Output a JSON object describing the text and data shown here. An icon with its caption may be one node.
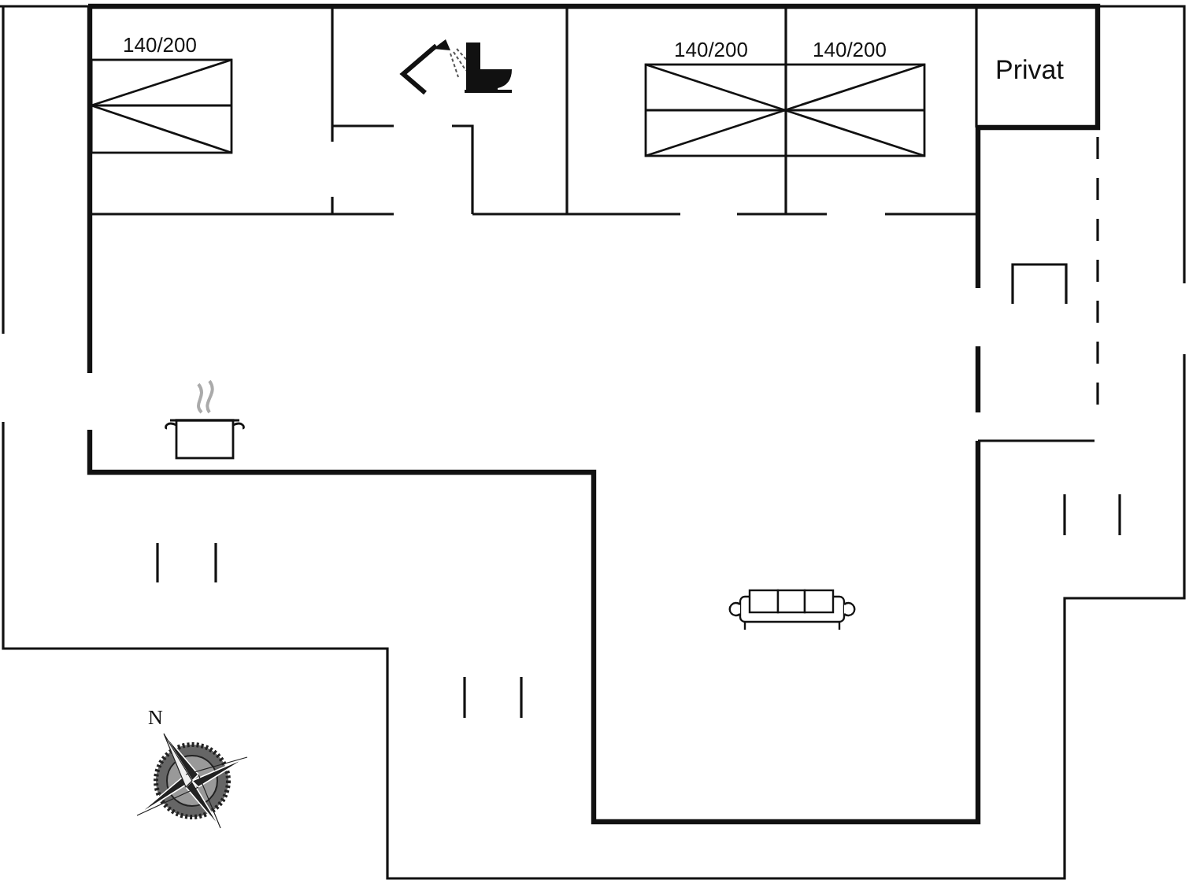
{
  "diagram": {
    "labels": [
      "140/200",
      "140/200",
      "140/200",
      "Privat",
      "N"
    ]
  }
}
